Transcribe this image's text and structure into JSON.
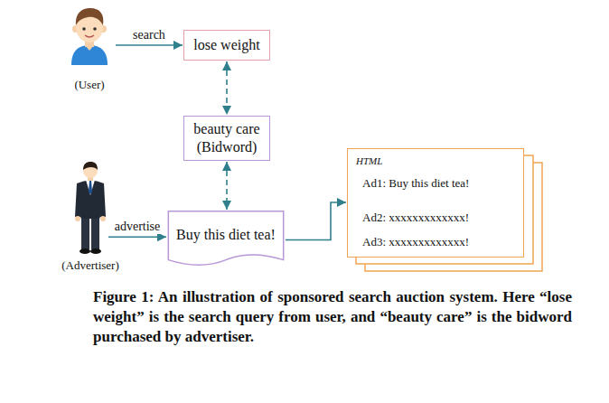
{
  "diagram": {
    "caption": "Figure 1: An illustration of sponsored search auction system. Here “lose weight” is the search query from user, and “beauty care” is the bidword purchased by advertiser.",
    "nodes": [
      {
        "text": [
          "(User)"
        ]
      },
      {
        "text": [
          "lose weight"
        ]
      },
      {
        "text": [
          "beauty care (Bidword)"
        ]
      },
      {
        "text": [
          "(Advertiser)"
        ]
      },
      {
        "text": [
          "Buy this diet tea!"
        ]
      },
      {
        "text": [
          "HTML",
          "Ad1: Buy this diet tea!",
          "Ad2: xxxxxxxxxxxxx!",
          "Ad3: xxxxxxxxxxxxx!"
        ]
      }
    ],
    "edges": [
      {
        "from": 0,
        "to": 1,
        "label": "search",
        "arrow": "to"
      },
      {
        "from": 1,
        "to": 2,
        "arrow": "both"
      },
      {
        "from": 2,
        "to": 4,
        "arrow": "both"
      },
      {
        "from": 3,
        "to": 4,
        "label": "advertise",
        "arrow": "to"
      },
      {
        "from": 4,
        "to": 5,
        "arrow": "to"
      }
    ]
  }
}
